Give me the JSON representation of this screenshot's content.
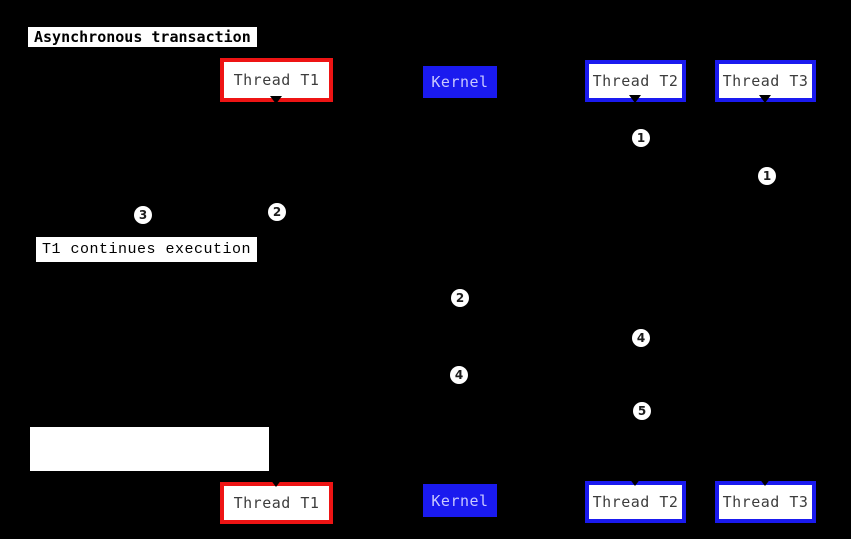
{
  "diagram": {
    "title": "Asynchronous transaction",
    "type": "sequence-diagram"
  },
  "participants": {
    "top": [
      {
        "label": "Thread T1"
      },
      {
        "label": "Kernel"
      },
      {
        "label": "Thread T2"
      },
      {
        "label": "Thread T3"
      }
    ],
    "bottom": [
      {
        "label": "Thread T1"
      },
      {
        "label": "Kernel"
      },
      {
        "label": "Thread T2"
      },
      {
        "label": "Thread T3"
      }
    ]
  },
  "notes": [
    {
      "text": "T1 continues execution"
    },
    {
      "text": ""
    }
  ],
  "markers": [
    {
      "n": "1"
    },
    {
      "n": "1"
    },
    {
      "n": "2"
    },
    {
      "n": "3"
    },
    {
      "n": "2"
    },
    {
      "n": "4"
    },
    {
      "n": "4"
    },
    {
      "n": "5"
    }
  ],
  "colors": {
    "background": "#000000",
    "red": "#ee1414",
    "blue": "#1a1aef",
    "box_bg": "#ffffff",
    "thread_text": "#3d3d3d",
    "kernel_text": "#c9c9ff",
    "marker_bg": "#ffffff",
    "marker_text": "#1c1c1c"
  }
}
